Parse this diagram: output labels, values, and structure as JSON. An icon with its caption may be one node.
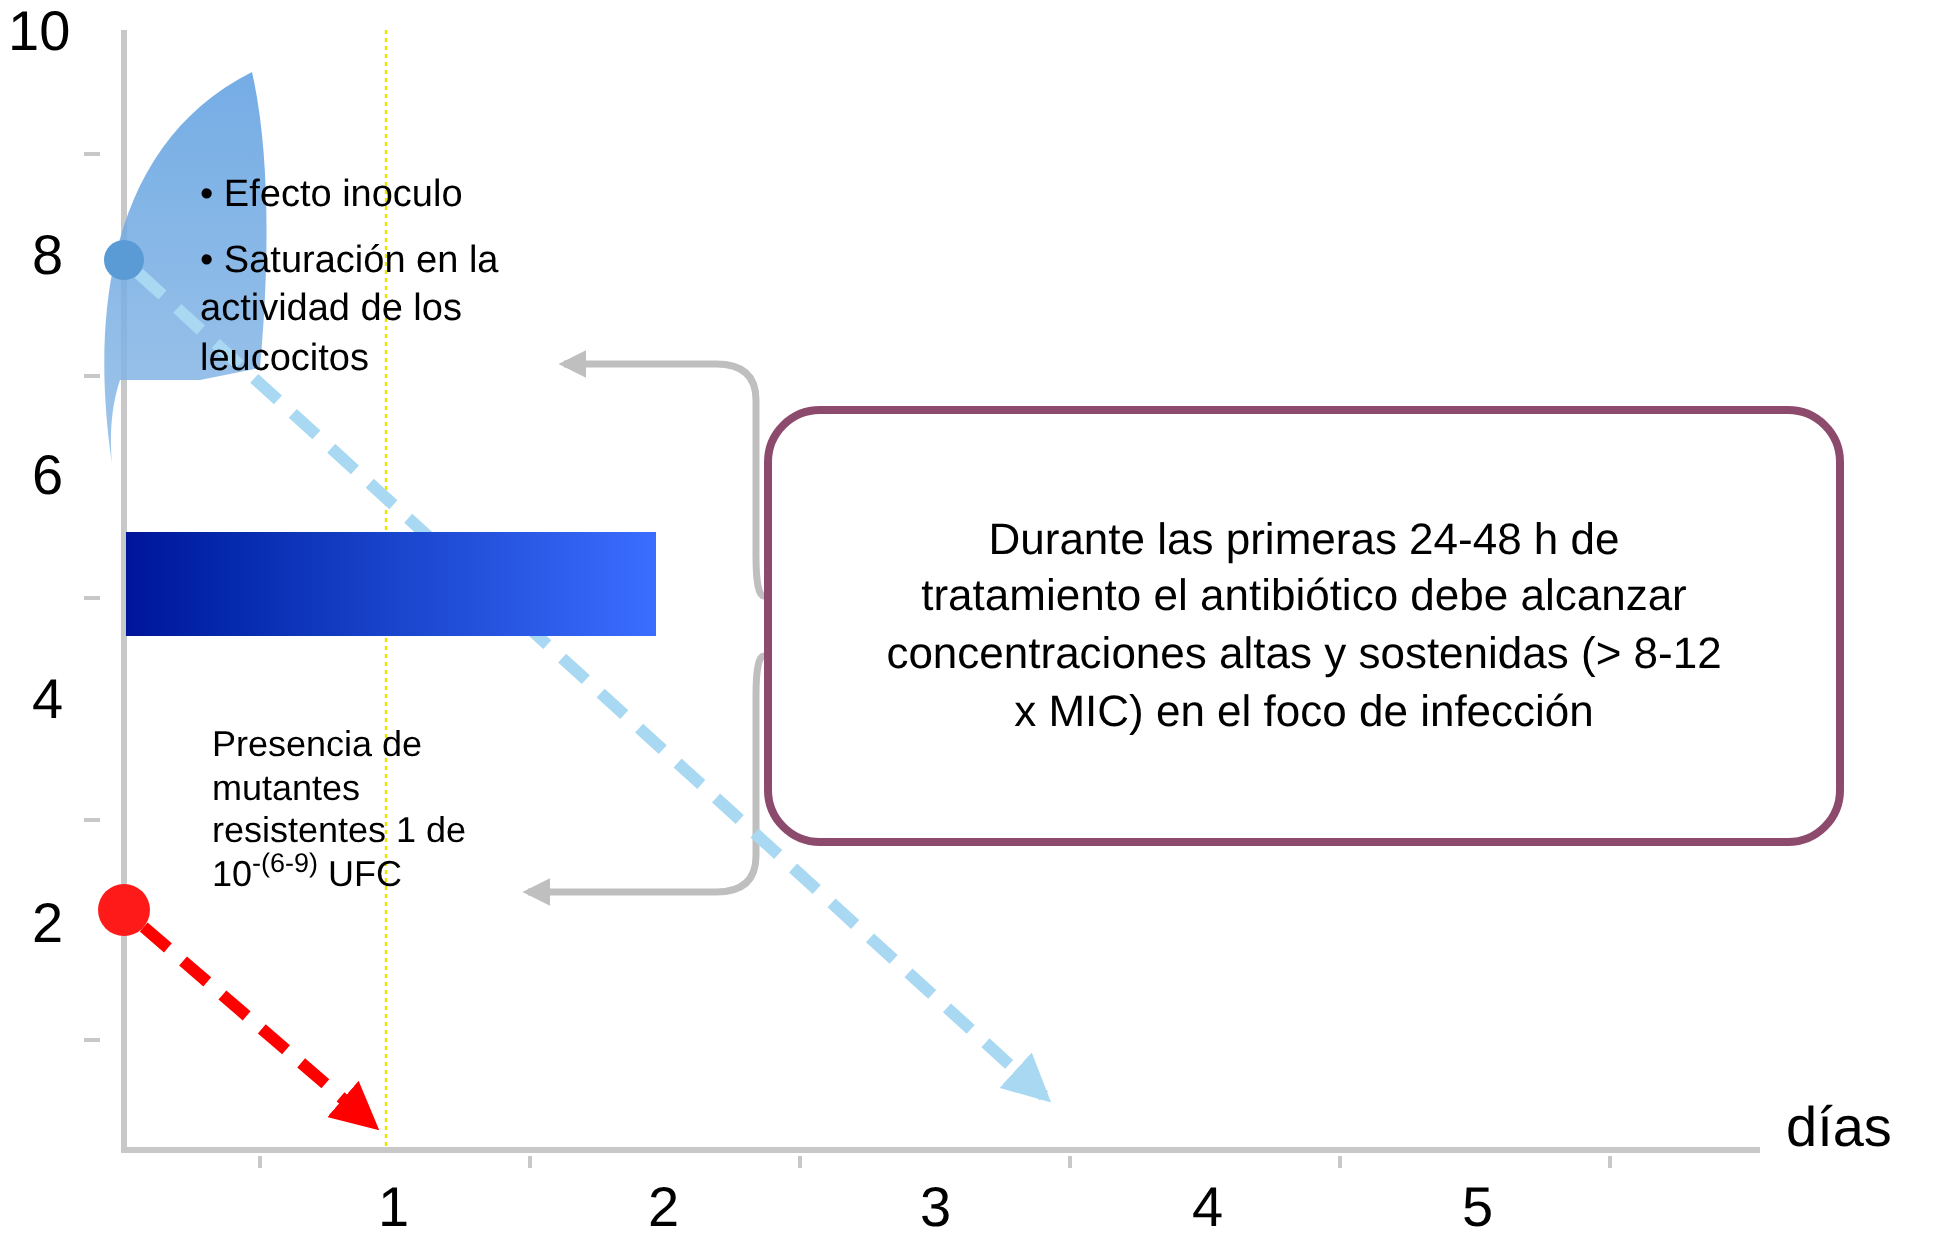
{
  "diagram": {
    "nodes": [
      {
        "text": [
          "• Efecto inoculo",
          "• Saturación en la actividad de los leucocitos"
        ]
      },
      {
        "text": [
          "Presencia de mutantes resistentes 1 de 10$^{-(6-9)}$ UFC"
        ]
      },
      {
        "text": [
          "Durante las primeras 24-48 h de tratamiento el antibiótico debe alcanzar concentraciones altas y sostenidas (> 8-12 x MIC) en el foco de infección"
        ]
      },
      {
        "text": [],
        "shape": "circle"
      },
      {
        "text": [],
        "shape": "circle"
      },
      {
        "text": [],
        "shape": "bar"
      }
    ],
    "edges": [
      {
        "from": 2,
        "to": 0,
        "arrow": "to",
        "color": "#bfbfbf"
      },
      {
        "from": 2,
        "to": 1,
        "arrow": "to",
        "color": "#bfbfbf"
      },
      {
        "from": 3,
        "to": null,
        "arrow": "to",
        "style": "dashed",
        "color": "#a9d9f2"
      },
      {
        "from": 4,
        "to": null,
        "arrow": "to",
        "style": "dashed",
        "color": "#ff0000"
      }
    ],
    "labels": [
      "10",
      "8",
      "6",
      "4",
      "2",
      "1",
      "2",
      "3",
      "4",
      "5",
      "días"
    ]
  }
}
